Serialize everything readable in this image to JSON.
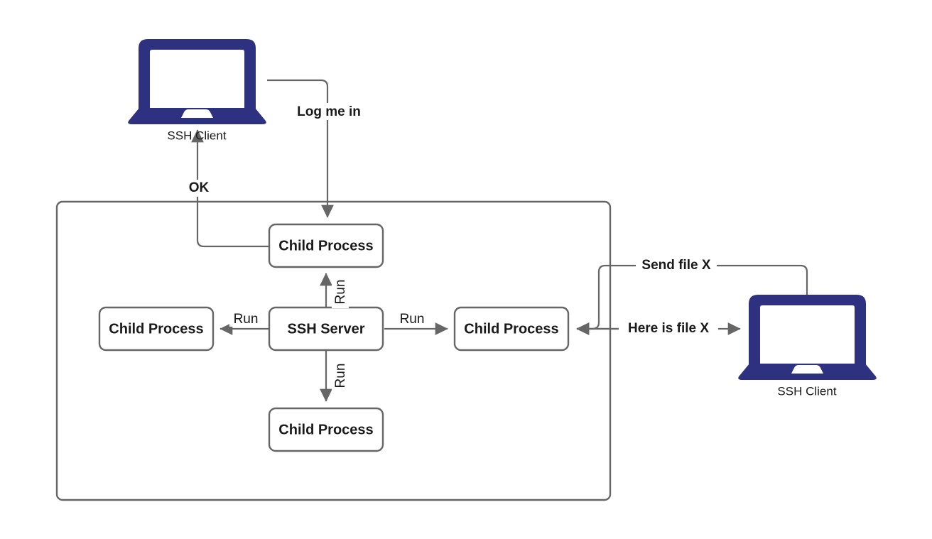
{
  "diagram": {
    "title": "SSH Server child process architecture",
    "colors": {
      "device": "#2e3180",
      "stroke": "#666666",
      "text": "#1a1a1a",
      "background": "#ffffff"
    },
    "devices": [
      {
        "id": "client-top",
        "label": "SSH Client",
        "icon": "laptop-icon"
      },
      {
        "id": "client-right",
        "label": "SSH Client",
        "icon": "laptop-icon"
      }
    ],
    "nodes": [
      {
        "id": "server",
        "label": "SSH Server"
      },
      {
        "id": "child-top",
        "label": "Child Process"
      },
      {
        "id": "child-left",
        "label": "Child Process"
      },
      {
        "id": "child-right",
        "label": "Child Process"
      },
      {
        "id": "child-bottom",
        "label": "Child Process"
      }
    ],
    "edges": [
      {
        "id": "login",
        "label": "Log me in",
        "from": "client-top",
        "to": "child-top",
        "bold": true
      },
      {
        "id": "ok",
        "label": "OK",
        "from": "child-top",
        "to": "client-top",
        "bold": true
      },
      {
        "id": "run-up",
        "label": "Run",
        "from": "server",
        "to": "child-top",
        "bold": false
      },
      {
        "id": "run-left",
        "label": "Run",
        "from": "server",
        "to": "child-left",
        "bold": false
      },
      {
        "id": "run-right",
        "label": "Run",
        "from": "server",
        "to": "child-right",
        "bold": false
      },
      {
        "id": "run-down",
        "label": "Run",
        "from": "server",
        "to": "child-bottom",
        "bold": false
      },
      {
        "id": "send-file",
        "label": "Send file X",
        "from": "client-right",
        "to": "child-right",
        "bold": true
      },
      {
        "id": "here-file",
        "label": "Here is file X",
        "from": "child-right",
        "to": "client-right",
        "bold": true
      }
    ]
  }
}
